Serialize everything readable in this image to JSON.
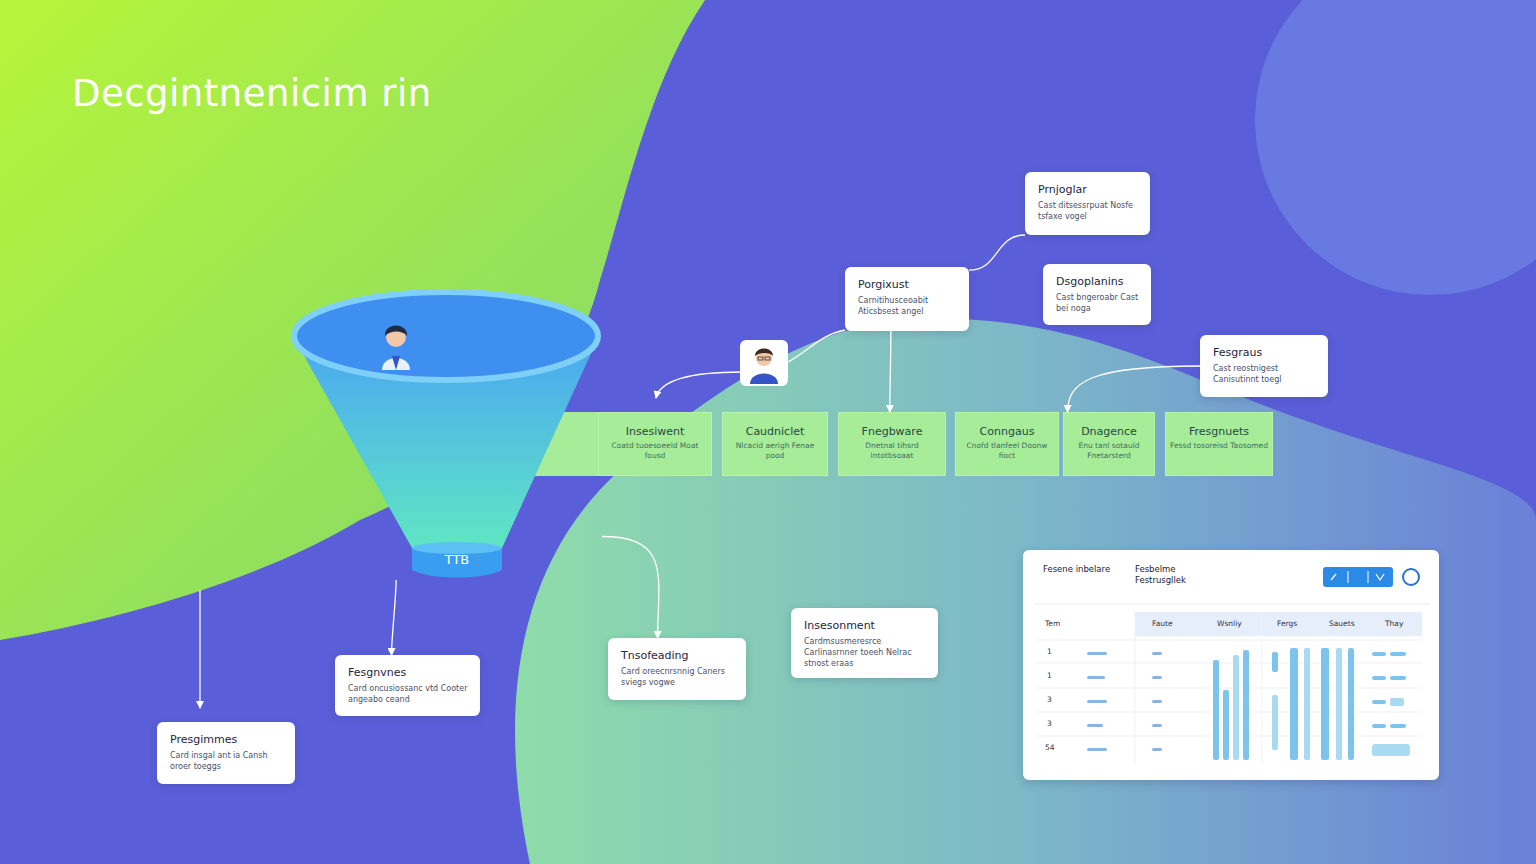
{
  "diagram": {
    "title": "Decgintnenicim rin",
    "nodes": [
      {
        "text": [
          "Prnjoglar",
          "Cast ditsessrpuat Nosfe tsfaxe vogel"
        ]
      },
      {
        "text": [
          "Porgixust",
          "Carnitihusceoabit Aticsbsest angel"
        ]
      },
      {
        "text": [
          "Dsgoplanins",
          "Cast bngeroabr Cast bei noga"
        ]
      },
      {
        "text": [
          "Fesgraus",
          "Cast reostnigest Canisutinnt toegl"
        ]
      },
      {
        "text": [
          "TTB"
        ]
      },
      {
        "text": [
          "Insesiwent",
          "Coatd tuoesoeeld Moat fousd"
        ]
      },
      {
        "text": [
          "Caudniclet",
          "Nlcacid aerigh Fenae pood"
        ]
      },
      {
        "text": [
          "Fnegbware",
          "Dnetnal tihsrd Intotbsoaat"
        ]
      },
      {
        "text": [
          "Conngaus",
          "Cnofd tlanfeel Doonw fioct"
        ]
      },
      {
        "text": [
          "Dnagence",
          "Enu tanl sotauld Fnetarsterd"
        ]
      },
      {
        "text": [
          "Fresgnuets",
          "Fessd tosoreisd Taosomed"
        ]
      },
      {
        "text": [
          "Fesene inbelare",
          "Fesbelme Festrusgllek"
        ]
      },
      {
        "text": [
          "Insesonment",
          "Cardmsusmeresrce Carlinasrnner toeeh Nelrac stnost eraas"
        ]
      },
      {
        "text": [
          "Tnsofeading",
          "Card oreecnrsnnig Caners sviegs vogwe"
        ]
      },
      {
        "text": [
          "Fesgnvnes",
          "Card oncusiossanc vtd Cooter angeabo ceand"
        ]
      },
      {
        "text": [
          "Presgimmes",
          "Card insgal ant ia Cansh oroer toeggs"
        ]
      }
    ],
    "edges": [
      {
        "from": 1,
        "to": 0,
        "arrow": "none"
      },
      {
        "from": 1,
        "to": 7,
        "arrow": "to"
      },
      {
        "from": 3,
        "to": 9,
        "arrow": "to"
      },
      {
        "from": 4,
        "to": 14,
        "arrow": "to"
      },
      {
        "from": 4,
        "to": 13,
        "arrow": "to"
      }
    ],
    "labels": [
      "Tem",
      "Faute",
      "Wsnliy",
      "Fergs",
      "Sauets",
      "Thay",
      "1",
      "1",
      "3",
      "3",
      "54"
    ]
  }
}
